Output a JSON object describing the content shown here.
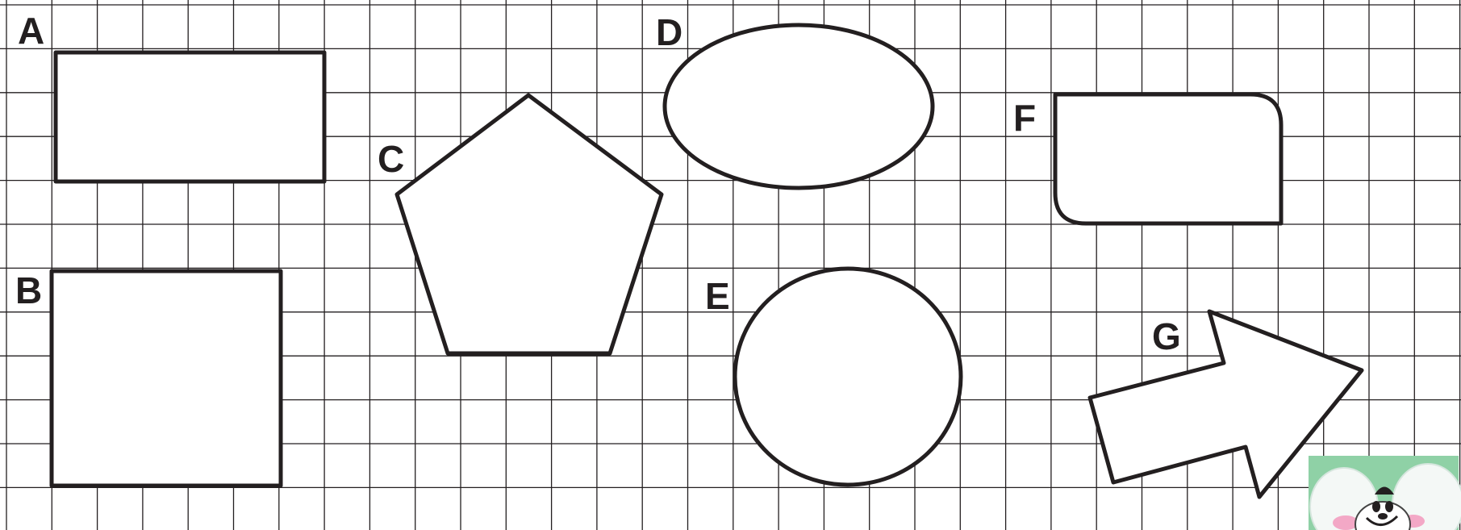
{
  "colors": {
    "background": "#ffffff",
    "grid": "#231f20",
    "outline": "#231f20",
    "logo_background": "#8fd1a6"
  },
  "shapes": [
    {
      "letter": "A",
      "kind": "rectangle"
    },
    {
      "letter": "B",
      "kind": "square"
    },
    {
      "letter": "C",
      "kind": "pentagon"
    },
    {
      "letter": "D",
      "kind": "ellipse"
    },
    {
      "letter": "E",
      "kind": "circle"
    },
    {
      "letter": "F",
      "kind": "rounded-corner-rectangle"
    },
    {
      "letter": "G",
      "kind": "arrow"
    }
  ],
  "logo": {
    "icon": "mouse-mascot-icon"
  }
}
